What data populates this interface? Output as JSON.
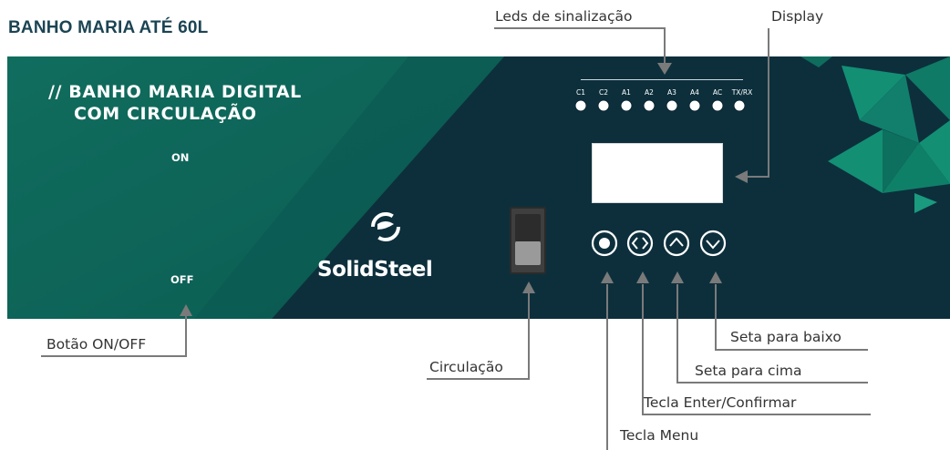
{
  "title": "BANHO MARIA ATÉ 60L",
  "panel": {
    "heading_line1": "// BANHO MARIA DIGITAL",
    "heading_line2": "COM CIRCULAÇÃO",
    "switch_on_label": "ON",
    "switch_off_label": "OFF",
    "brand": "SolidSteel",
    "leds": [
      "C1",
      "C2",
      "A1",
      "A2",
      "A3",
      "A4",
      "AC",
      "TX/RX"
    ],
    "keys": [
      "menu",
      "enter-confirm",
      "arrow-up",
      "arrow-down"
    ]
  },
  "callouts": {
    "leds": "Leds de sinalização",
    "display": "Display",
    "on_off": "Botão ON/OFF",
    "circulation": "Circulação",
    "down": "Seta para baixo",
    "up": "Seta para cima",
    "enter": "Tecla Enter/Confirmar",
    "menu": "Tecla Menu"
  },
  "colors": {
    "panel_dark": "#0d2f3c",
    "panel_green": "#0e6a5c",
    "accent_triangles": "#138f74",
    "callout_line": "#7a7a7a",
    "title": "#1b4453"
  }
}
